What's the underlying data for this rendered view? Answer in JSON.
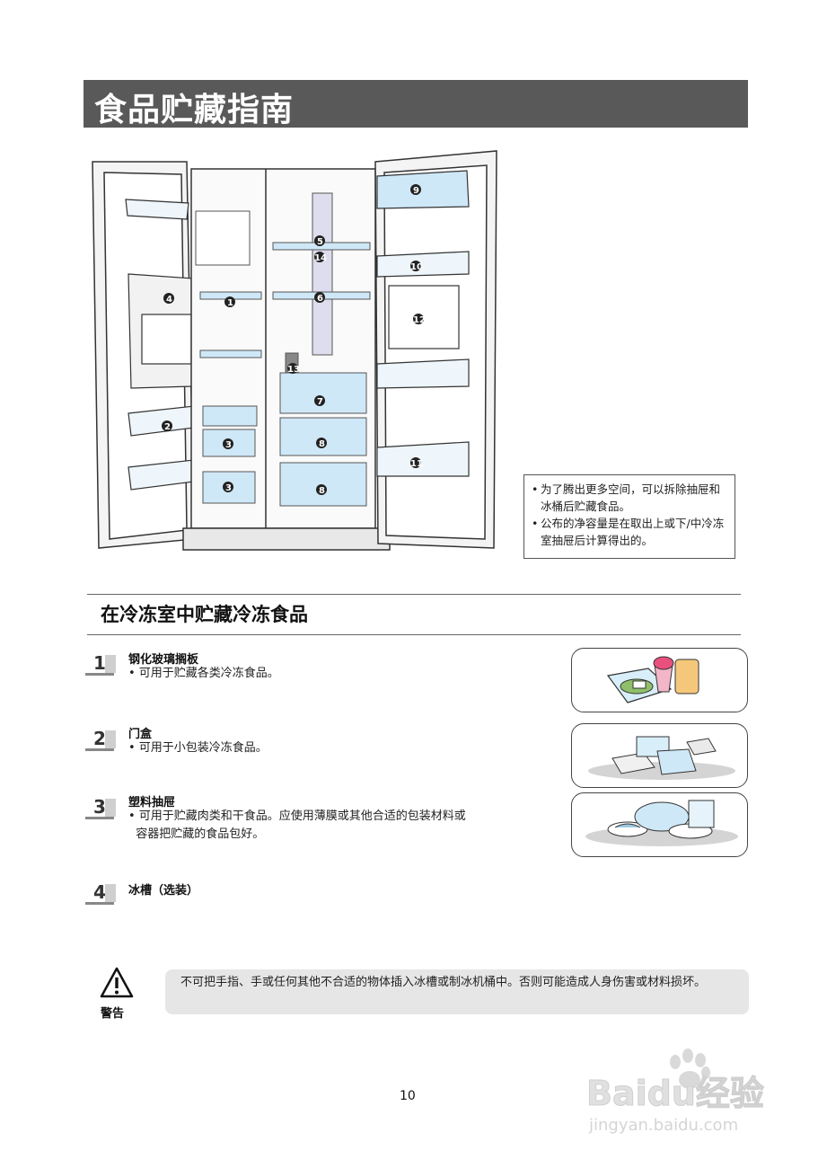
{
  "header": {
    "title": "食品贮藏指南"
  },
  "diagram": {
    "callouts": [
      "1",
      "2",
      "3",
      "3",
      "4",
      "5",
      "6",
      "7",
      "8",
      "8",
      "9",
      "10",
      "11",
      "12",
      "13",
      "14"
    ]
  },
  "note": {
    "lines": [
      "为了腾出更多空间，可以拆除抽屉和冰桶后贮藏食品。",
      "公布的净容量是在取出上或下/中冷冻室抽屉后计算得出的。"
    ]
  },
  "section": {
    "title": "在冷冻室中贮藏冷冻食品"
  },
  "items": [
    {
      "number": "1",
      "title": "钢化玻璃搁板",
      "desc": [
        "• 可用于贮藏各类冷冻食品。"
      ]
    },
    {
      "number": "2",
      "title": "门盒",
      "desc": [
        "• 可用于小包装冷冻食品。"
      ]
    },
    {
      "number": "3",
      "title": "塑料抽屉",
      "desc": [
        "• 可用于贮藏肉类和干食品。应使用薄膜或其他合适的包装材料或",
        "  容器把贮藏的食品包好。"
      ]
    },
    {
      "number": "4",
      "title": "冰槽（选装）",
      "desc": []
    }
  ],
  "warning": {
    "label": "警告",
    "text": "不可把手指、手或任何其他不合适的物体插入冰槽或制冰机桶中。否则可能造成人身伤害或材料损坏。"
  },
  "footer": {
    "page_number": "10"
  },
  "watermark": {
    "brand": "Baidu经验",
    "url": "jingyan.baidu.com"
  },
  "colors": {
    "title_bar": "#595959",
    "warning_bg": "#e6e6e6",
    "glass": "#cfe8f7"
  }
}
